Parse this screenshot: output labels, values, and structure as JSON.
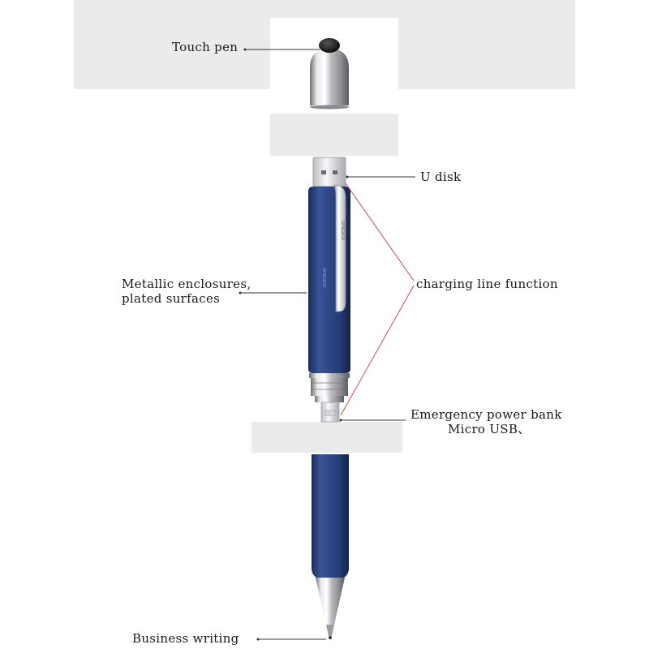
{
  "labels": {
    "touch_pen": "Touch pen",
    "u_disk": "U disk",
    "metallic_line1": "Metallic enclosures,",
    "metallic_line2": "plated surfaces",
    "charging": "charging line function",
    "emergency_line1": "Emergency power bank",
    "emergency_line2": "Micro USB、",
    "business_writing": "Business writing"
  },
  "pen_logo": "SENGAGE",
  "colors": {
    "background": "#ffffff",
    "panel": "#ebebeb",
    "barrel_blue": "#2b4684",
    "barrel_blue_dark": "#1c2f5e",
    "barrel_blue_light": "#4a68a8",
    "chrome": "#c8c8cc",
    "leader_line": "#333333",
    "red_line": "#d04a4a"
  }
}
